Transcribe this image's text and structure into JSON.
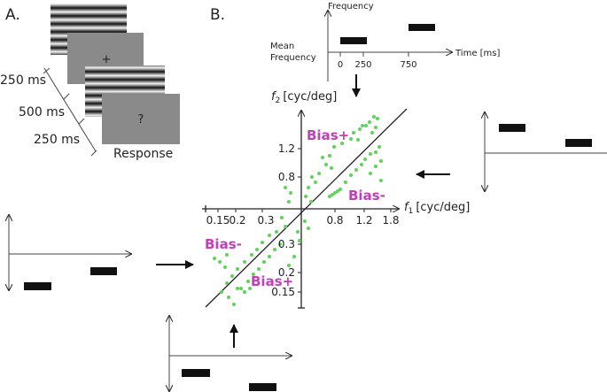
{
  "panel_a": {
    "label": "A.",
    "durations": [
      "250 ms",
      "500 ms",
      "250 ms"
    ],
    "fixation": "+",
    "question": "?",
    "response": "Response"
  },
  "panel_b": {
    "label": "B.",
    "timeline": {
      "y_label": "Frequency",
      "mean_label_line1": "Mean",
      "mean_label_line2": "Frequency",
      "x_label": "Time [ms]",
      "ticks": [
        "0",
        "250",
        "750"
      ]
    },
    "scatter": {
      "x_axis_label": "[cyc/deg]",
      "x_axis_var": "f",
      "x_axis_sub": "1",
      "y_axis_label": "[cyc/deg]",
      "y_axis_var": "f",
      "y_axis_sub": "2",
      "x_ticks_left": [
        "0.15",
        "0.2",
        "0.3"
      ],
      "x_ticks_right": [
        "0.8",
        "1.2",
        "1.8"
      ],
      "y_ticks_up": [
        "1.2",
        "0.8"
      ],
      "y_ticks_down": [
        "0.3",
        "0.2",
        "0.15"
      ],
      "bias_labels": [
        "Bias+",
        "Bias-",
        "Bias-",
        "Bias+"
      ],
      "point_color": "#5fd35a",
      "bias_color": "#c140b5"
    }
  }
}
